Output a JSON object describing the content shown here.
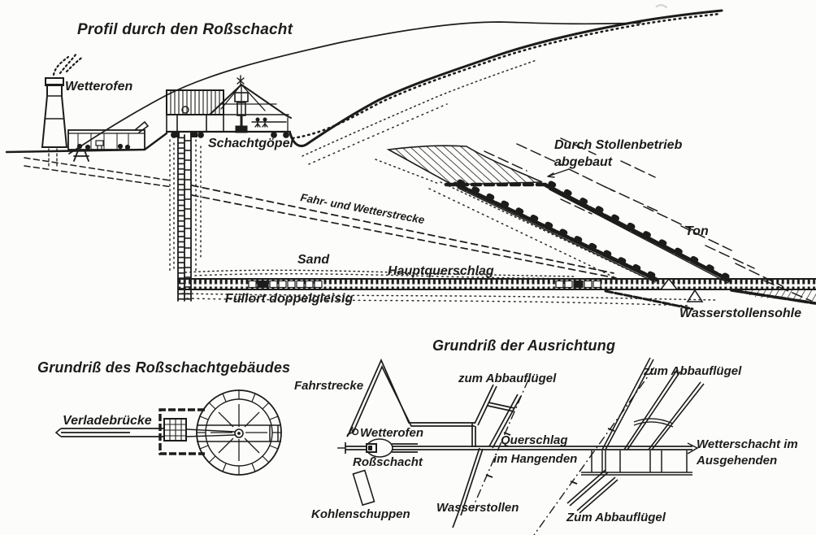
{
  "page": {
    "paper_color": "#fcfcfa",
    "ink_color": "#1c1c1c"
  },
  "profile": {
    "title": "Profil durch den Roßschacht",
    "labels": {
      "wetterofen": "Wetterofen",
      "schachtgoepel": "Schachtgöpel",
      "stollenbetrieb_line1": "Durch Stollenbetrieb",
      "stollenbetrieb_line2": "abgebaut",
      "ton": "Ton",
      "fahr_wetterstrecke": "Fahr- und Wetterstrecke",
      "sand": "Sand",
      "hauptquerschlag": "Hauptquerschlag",
      "fuellort": "Füllort doppelgleisig",
      "wasserstollensohle": "Wasserstollensohle"
    }
  },
  "plan_building": {
    "title": "Grundriß des Roßschachtgebäudes",
    "labels": {
      "verladebruecke": "Verladebrücke"
    }
  },
  "plan_layout": {
    "title": "Grundriß der Ausrichtung",
    "labels": {
      "fahrstrecke": "Fahrstrecke",
      "zum_abbaufluegel_mid": "zum Abbauflügel",
      "zum_abbaufluegel_right": "zum Abbauflügel",
      "zum_abbaufluegel_bottom": "Zum Abbauflügel",
      "wetterofen": "Wetterofen",
      "rossschacht": "Roßschacht",
      "querschlag_line1": "Querschlag",
      "querschlag_line2": "im Hangenden",
      "wetterschacht_line1": "Wetterschacht im",
      "wetterschacht_line2": "Ausgehenden",
      "kohlenschuppen": "Kohlenschuppen",
      "wasserstollen": "Wasserstollen"
    }
  }
}
